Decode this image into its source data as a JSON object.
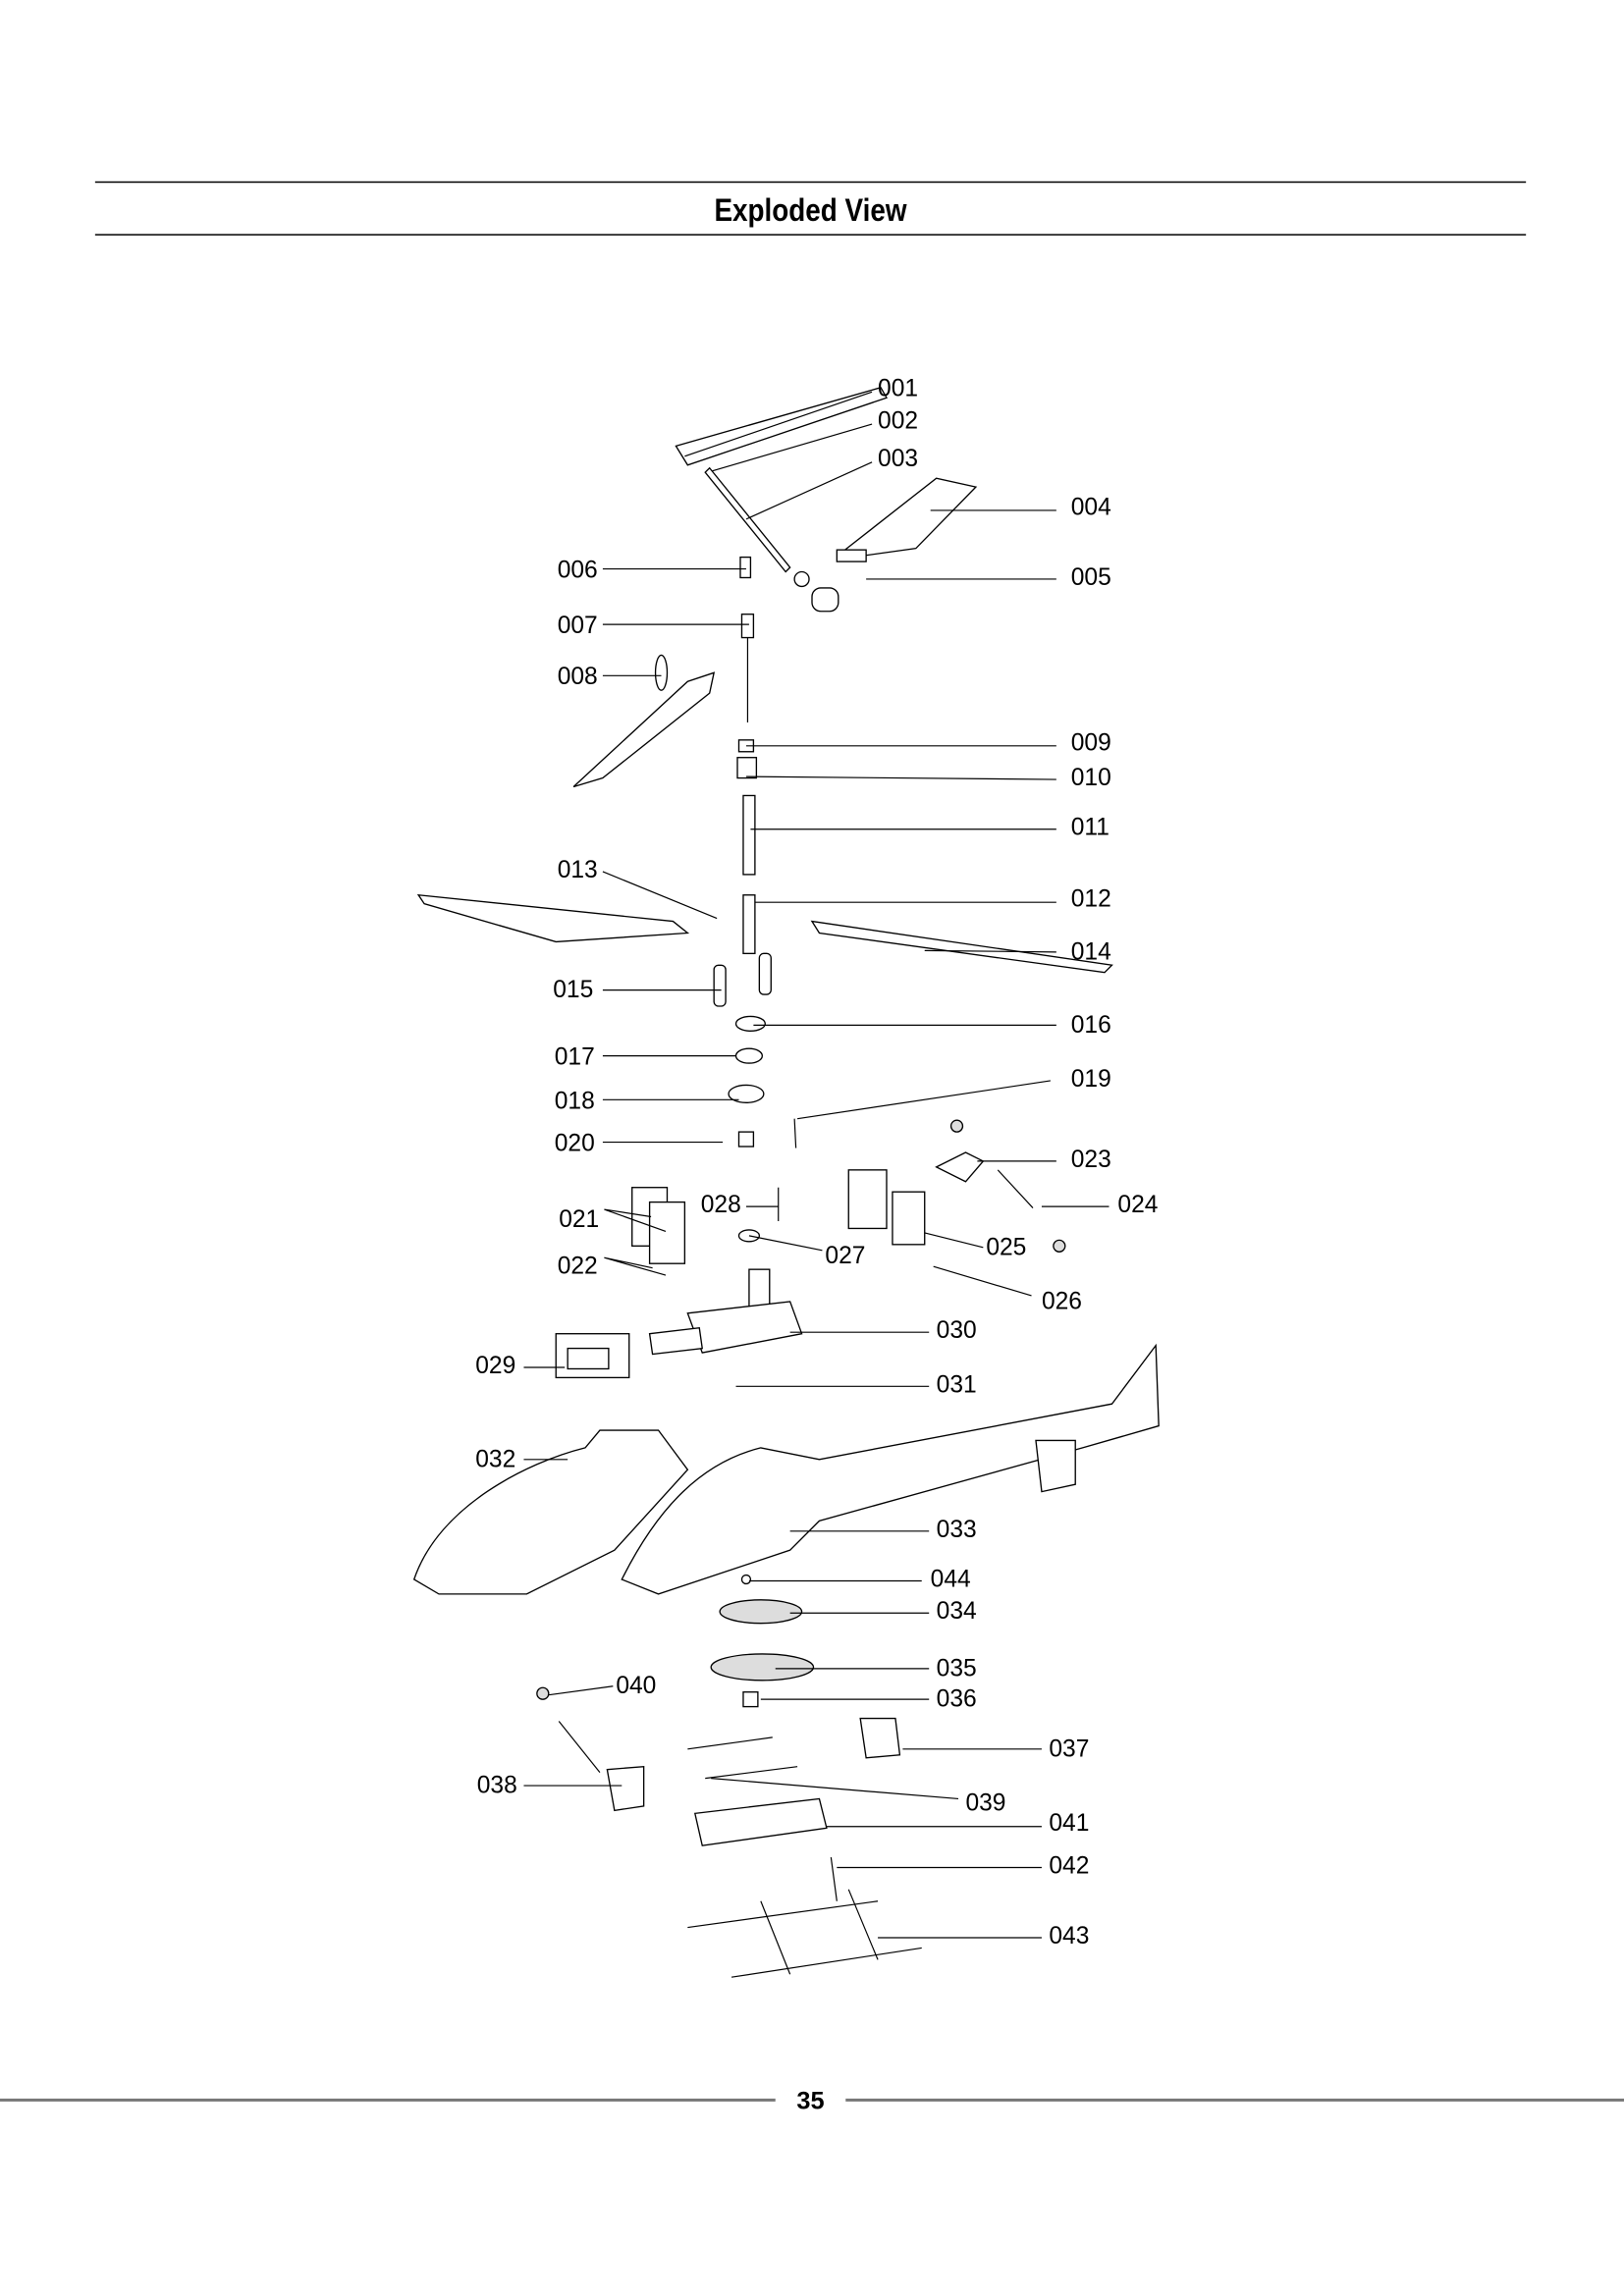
{
  "header": {
    "title": "Exploded View"
  },
  "footer": {
    "page_number": "35"
  },
  "labels": [
    "001",
    "002",
    "003",
    "004",
    "005",
    "006",
    "007",
    "008",
    "009",
    "010",
    "011",
    "012",
    "013",
    "014",
    "015",
    "016",
    "017",
    "018",
    "019",
    "020",
    "021",
    "022",
    "023",
    "024",
    "025",
    "026",
    "027",
    "028",
    "029",
    "030",
    "031",
    "032",
    "033",
    "044",
    "034",
    "035",
    "036",
    "040",
    "037",
    "038",
    "039",
    "041",
    "042",
    "043"
  ]
}
